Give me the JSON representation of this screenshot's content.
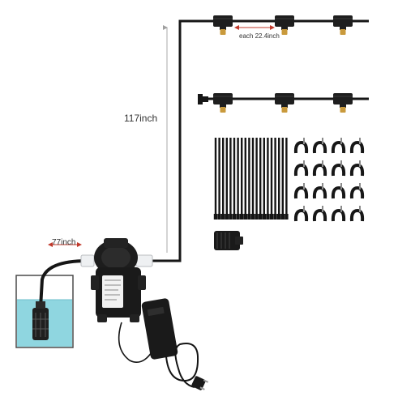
{
  "labels": {
    "tube_length_main": "117inch",
    "tube_length_intake": "77inch",
    "nozzle_spacing": "each 22.4inch"
  },
  "colors": {
    "tubing": "#161616",
    "pump_body": "#1d1d1d",
    "brass_nozzle": "#c99a3c",
    "water": "#8fd6e0",
    "dimension_arrow": "#c0392b",
    "connector_white": "#eef0f2"
  },
  "icons": [
    "mist-nozzle-icon",
    "tube-clip-icon",
    "cable-tie-icon",
    "end-plug-icon",
    "tap-adapter-icon",
    "power-plug-icon"
  ]
}
